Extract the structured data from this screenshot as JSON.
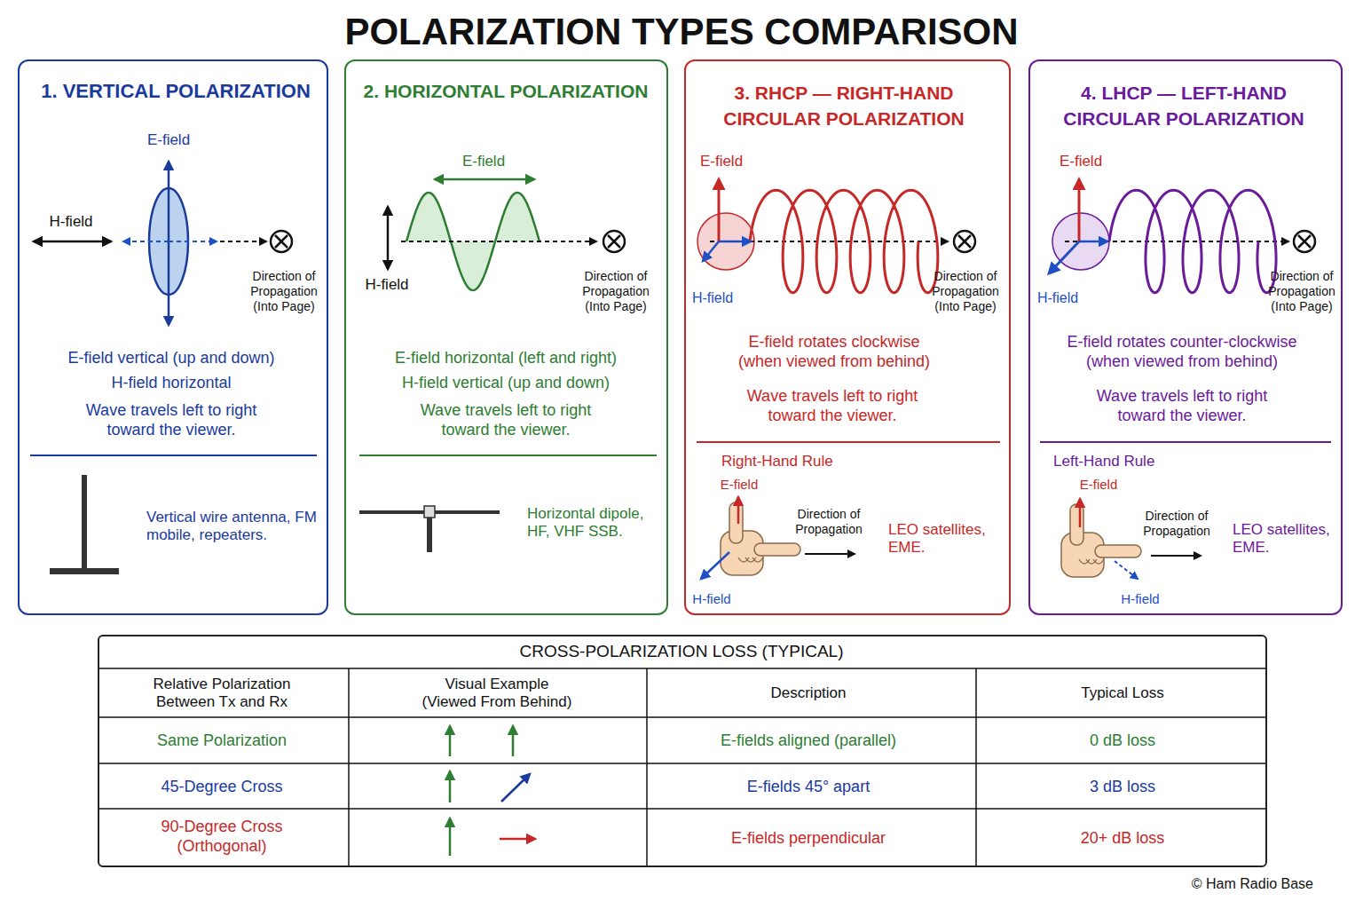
{
  "diagram": {
    "title": "POLARIZATION TYPES COMPARISON",
    "nodes": [
      {
        "text": [
          "1. VERTICAL POLARIZATION",
          "E-field vertical (up and down)",
          "H-field horizontal",
          "Wave travels left to right toward the viewer.",
          "Vertical wire antenna, FM mobile, repeaters."
        ]
      },
      {
        "text": [
          "2. HORIZONTAL POLARIZATION",
          "E-field horizontal (left and right)",
          "H-field vertical (up and down)",
          "Wave travels left to right toward the viewer.",
          "Horizontal dipole, HF, VHF SSB."
        ]
      },
      {
        "text": [
          "3. RHCP — RIGHT-HAND CIRCULAR POLARIZATION",
          "E-field rotates clockwise (when viewed from behind)",
          "Wave travels left to right toward the viewer.",
          "Right-Hand Rule",
          "LEO satellites, EME."
        ]
      },
      {
        "text": [
          "4. LHCP — LEFT-HAND CIRCULAR POLARIZATION",
          "E-field rotates counter-clockwise (when viewed from behind)",
          "Wave travels left to right toward the viewer.",
          "Left-Hand Rule",
          "LEO satellites, EME."
        ]
      },
      {
        "text": [
          "CROSS-POLARIZATION LOSS (TYPICAL)"
        ]
      }
    ],
    "labels": [
      "E-field",
      "H-field",
      "Direction of Propagation (Into Page)",
      "E-field",
      "H-field",
      "Direction of Propagation (Into Page)",
      "E-field",
      "H-field",
      "Direction of Propagation (Into Page)",
      "E-field",
      "Direction of Propagation",
      "H-field",
      "E-field",
      "H-field",
      "Direction of Propagation (Into Page)",
      "E-field",
      "Direction of Propagation",
      "H-field",
      "Relative Polarization Between Tx and Rx",
      "Visual Example (Viewed From Behind)",
      "Description",
      "Typical Loss",
      "Same Polarization",
      "E-fields aligned (parallel)",
      "0 dB loss",
      "45-Degree Cross",
      "E-fields 45° apart",
      "3 dB loss",
      "90-Degree Cross (Orthogonal)",
      "E-fields perpendicular",
      "20+ dB loss",
      "© Ham Radio Base"
    ]
  }
}
